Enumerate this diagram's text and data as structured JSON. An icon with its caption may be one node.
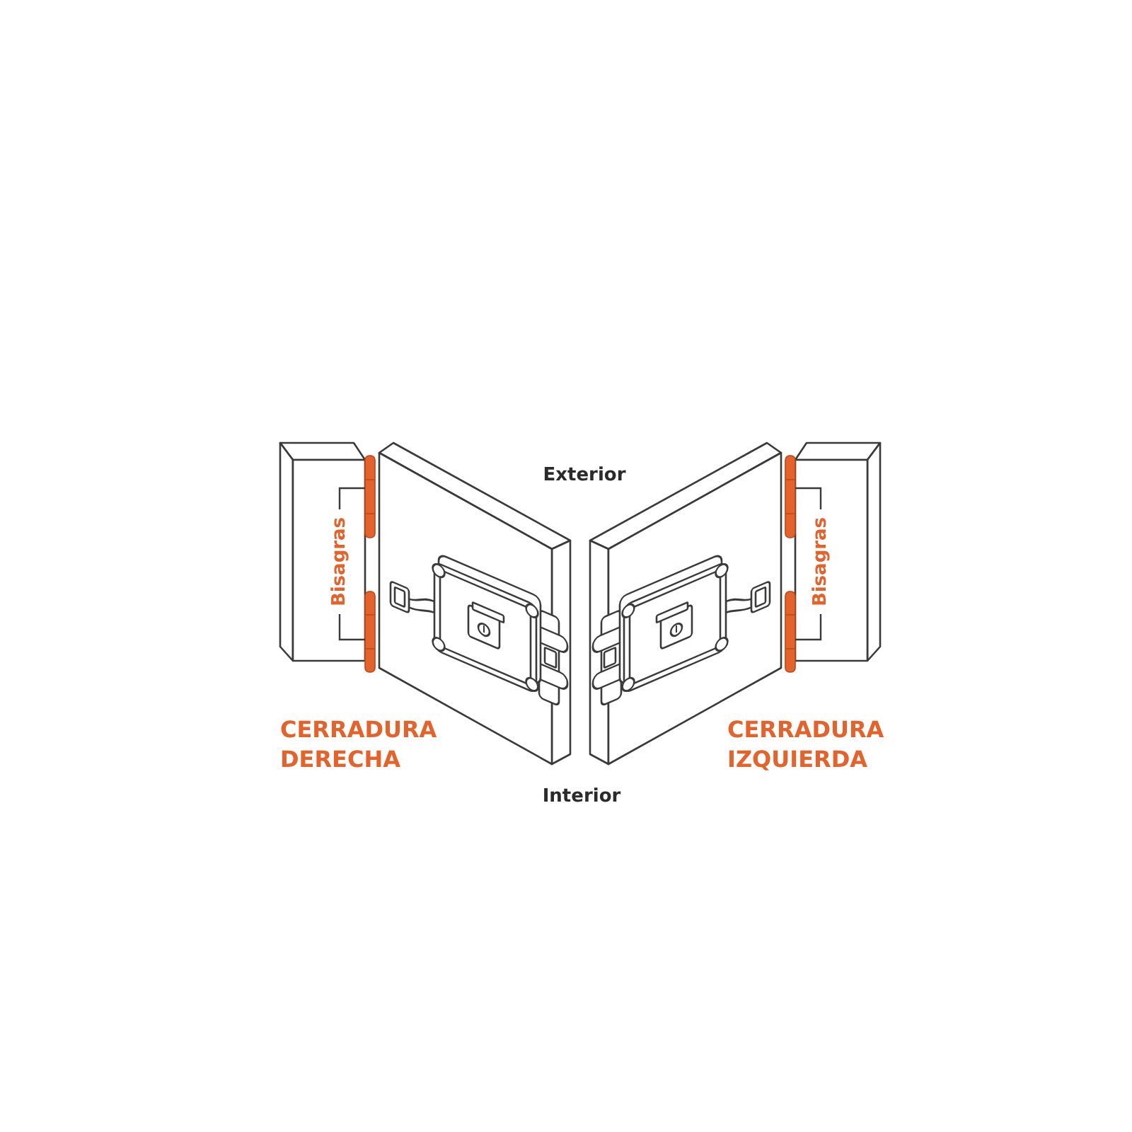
{
  "diagram": {
    "labels": [
      "Exterior",
      "Bisagras",
      "Bisagras",
      "CERRADURA DERECHA",
      "CERRADURA IZQUIERDA",
      "Interior"
    ]
  }
}
